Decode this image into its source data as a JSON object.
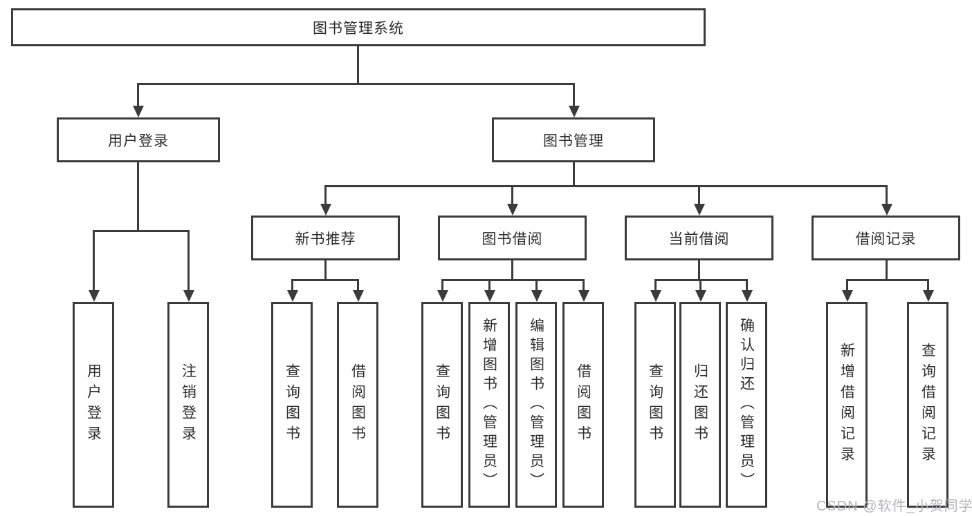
{
  "colors": {
    "line": "#3b3b3b",
    "box_border": "#3b3b3b",
    "box_fill": "#ffffff",
    "text": "#2d2d2d",
    "watermark": "#b4b4b8",
    "background": "#ffffff"
  },
  "diagram": {
    "root": {
      "label": "图书管理系统"
    },
    "level2": [
      {
        "label": "用户登录"
      },
      {
        "label": "图书管理"
      }
    ],
    "level3": [
      {
        "label": "新书推荐",
        "parent": "图书管理"
      },
      {
        "label": "图书借阅",
        "parent": "图书管理"
      },
      {
        "label": "当前借阅",
        "parent": "图书管理"
      },
      {
        "label": "借阅记录",
        "parent": "图书管理"
      }
    ],
    "leaves": [
      {
        "label": "用户登录",
        "parent": "用户登录"
      },
      {
        "label": "注销登录",
        "parent": "用户登录"
      },
      {
        "label": "查询图书",
        "parent": "新书推荐"
      },
      {
        "label": "借阅图书",
        "parent": "新书推荐"
      },
      {
        "label": "查询图书",
        "parent": "图书借阅"
      },
      {
        "label": "新增图书（管理员）",
        "parent": "图书借阅"
      },
      {
        "label": "编辑图书（管理员）",
        "parent": "图书借阅"
      },
      {
        "label": "借阅图书",
        "parent": "图书借阅"
      },
      {
        "label": "查询图书",
        "parent": "当前借阅"
      },
      {
        "label": "归还图书",
        "parent": "当前借阅"
      },
      {
        "label": "确认归还（管理员）",
        "parent": "当前借阅"
      },
      {
        "label": "新增借阅记录",
        "parent": "借阅记录"
      },
      {
        "label": "查询借阅记录",
        "parent": "借阅记录"
      }
    ]
  },
  "watermark": {
    "text": "CSDN @软件_小贺同学"
  }
}
